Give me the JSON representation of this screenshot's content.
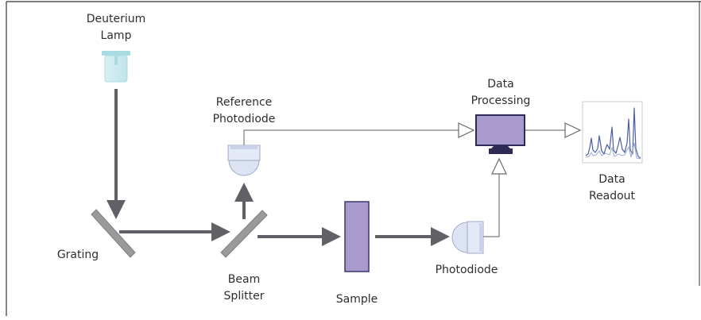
{
  "labels": {
    "deuterium_lamp": [
      "Deuterium",
      "Lamp"
    ],
    "reference_photodiode": [
      "Reference",
      "Photodiode"
    ],
    "data_processing": [
      "Data",
      "Processing"
    ],
    "data_readout": [
      "Data",
      "Readout"
    ],
    "grating": "Grating",
    "beam_splitter": [
      "Beam",
      "Splitter"
    ],
    "sample": "Sample",
    "photodiode": "Photodiode"
  },
  "colors": {
    "beam": "#606066",
    "signal_line": "#7a7a7a",
    "lamp": "#a8dbe2",
    "photodiode_fill": "#dce3f3",
    "photodiode_stroke": "#9ea9c6",
    "sample_fill": "#a89acb",
    "sample_stroke": "#3f3670",
    "monitor_fill": "#a89acb",
    "monitor_stroke": "#2f2a55",
    "mirror_fill": "#9a9a9a",
    "readout_line": "#4b5fa0"
  },
  "icons": [
    "lamp-icon",
    "photodiode-icon",
    "monitor-icon",
    "mirror-icon",
    "spectrum-icon"
  ]
}
